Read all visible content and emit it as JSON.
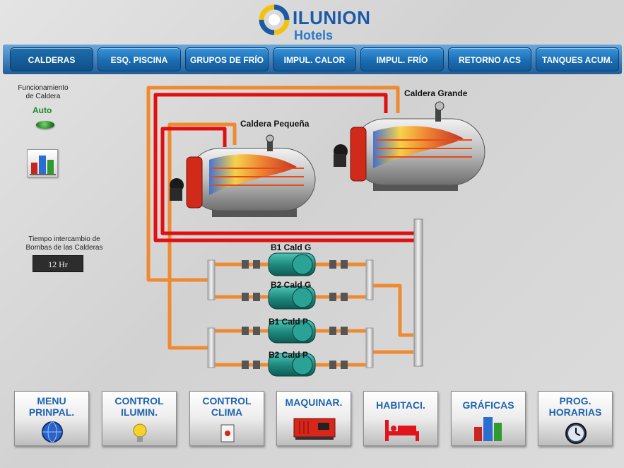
{
  "brand": {
    "name": "ILUNION",
    "subtitle": "Hotels"
  },
  "nav": {
    "tabs": [
      {
        "label": "CALDERAS",
        "active": true
      },
      {
        "label": "ESQ. PISCINA",
        "active": false
      },
      {
        "label": "GRUPOS DE FRÍO",
        "active": false
      },
      {
        "label": "IMPUL. CALOR",
        "active": false
      },
      {
        "label": "IMPUL. FRÍO",
        "active": false
      },
      {
        "label": "RETORNO ACS",
        "active": false
      },
      {
        "label": "TANQUES ACUM.",
        "active": false
      }
    ]
  },
  "left_panel": {
    "function_label_1": "Funcionamiento",
    "function_label_2": "de Caldera",
    "mode": "Auto",
    "status_color": "#2f9a2f",
    "exchange_label_1": "Tiempo intercambio de",
    "exchange_label_2": "Bombas de las Calderas",
    "exchange_time": "12 Hr",
    "chart_icon": "bar-chart-icon"
  },
  "diagram": {
    "boiler_small": "Caldera Pequeña",
    "boiler_large": "Caldera Grande",
    "pumps": [
      "B1 Cald G",
      "B2 Cald G",
      "B1 Cald P",
      "B2 Cald P"
    ],
    "hot_pipe_color": "#e01010",
    "return_pipe_color": "#f08a30"
  },
  "bottom_nav": [
    {
      "line1": "MENU",
      "line2": "PRINPAL.",
      "icon": "globe-icon"
    },
    {
      "line1": "CONTROL",
      "line2": "ILUMIN.",
      "icon": "lightbulb-icon"
    },
    {
      "line1": "CONTROL",
      "line2": "CLIMA",
      "icon": "thermostat-icon"
    },
    {
      "line1": "MAQUINAR.",
      "line2": "",
      "icon": "generator-icon"
    },
    {
      "line1": "HABITACI.",
      "line2": "",
      "icon": "bed-icon"
    },
    {
      "line1": "GRÁFICAS",
      "line2": "",
      "icon": "bar-chart-icon"
    },
    {
      "line1": "PROG.",
      "line2": "HORARIAS",
      "icon": "clock-icon"
    }
  ]
}
